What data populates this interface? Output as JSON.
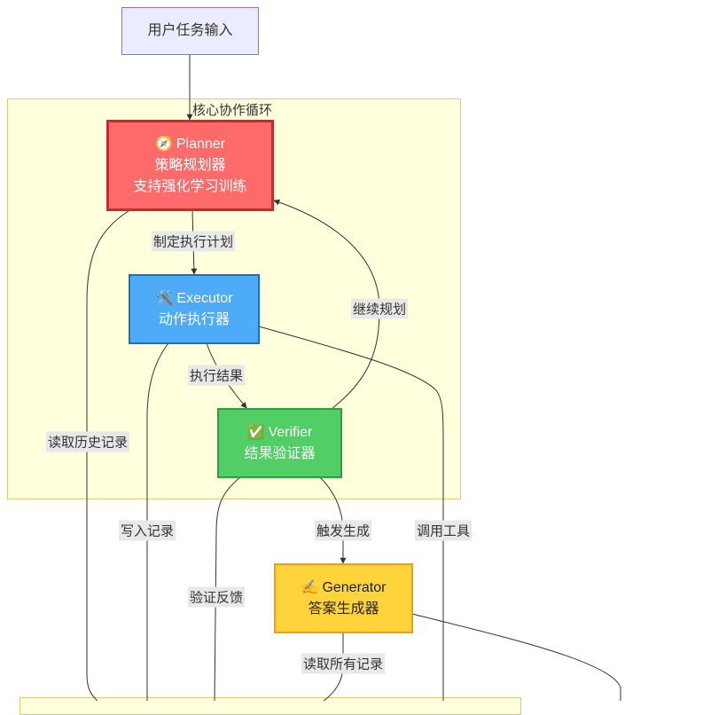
{
  "subgraphs": {
    "core_loop": {
      "title": "核心协作循环"
    },
    "bottom_group": {
      "title": ""
    }
  },
  "nodes": {
    "input": {
      "lines": [
        "用户任务输入"
      ]
    },
    "planner": {
      "icon": "🧭",
      "lines": [
        "Planner",
        "策略规划器",
        "支持强化学习训练"
      ]
    },
    "executor": {
      "icon": "🛠️",
      "lines": [
        "Executor",
        "动作执行器"
      ]
    },
    "verifier": {
      "icon": "✅",
      "lines": [
        "Verifier",
        "结果验证器"
      ]
    },
    "generator": {
      "icon": "✍️",
      "lines": [
        "Generator",
        "答案生成器"
      ]
    }
  },
  "edge_labels": {
    "planner_executor": "制定执行计划",
    "executor_verifier": "执行结果",
    "verifier_planner": "继续规划",
    "read_history": "读取历史记录",
    "write_record": "写入记录",
    "verify_feedback": "验证反馈",
    "trigger_generate": "触发生成",
    "call_tool": "调用工具",
    "read_all_records": "读取所有记录"
  },
  "colors": {
    "planner_fill": "#ff6b6b",
    "executor_fill": "#4dabf7",
    "verifier_fill": "#51cf66",
    "generator_fill": "#ffd43b",
    "input_fill": "#ececff",
    "subgraph_fill": "#ffffde",
    "edge": "#333333"
  }
}
